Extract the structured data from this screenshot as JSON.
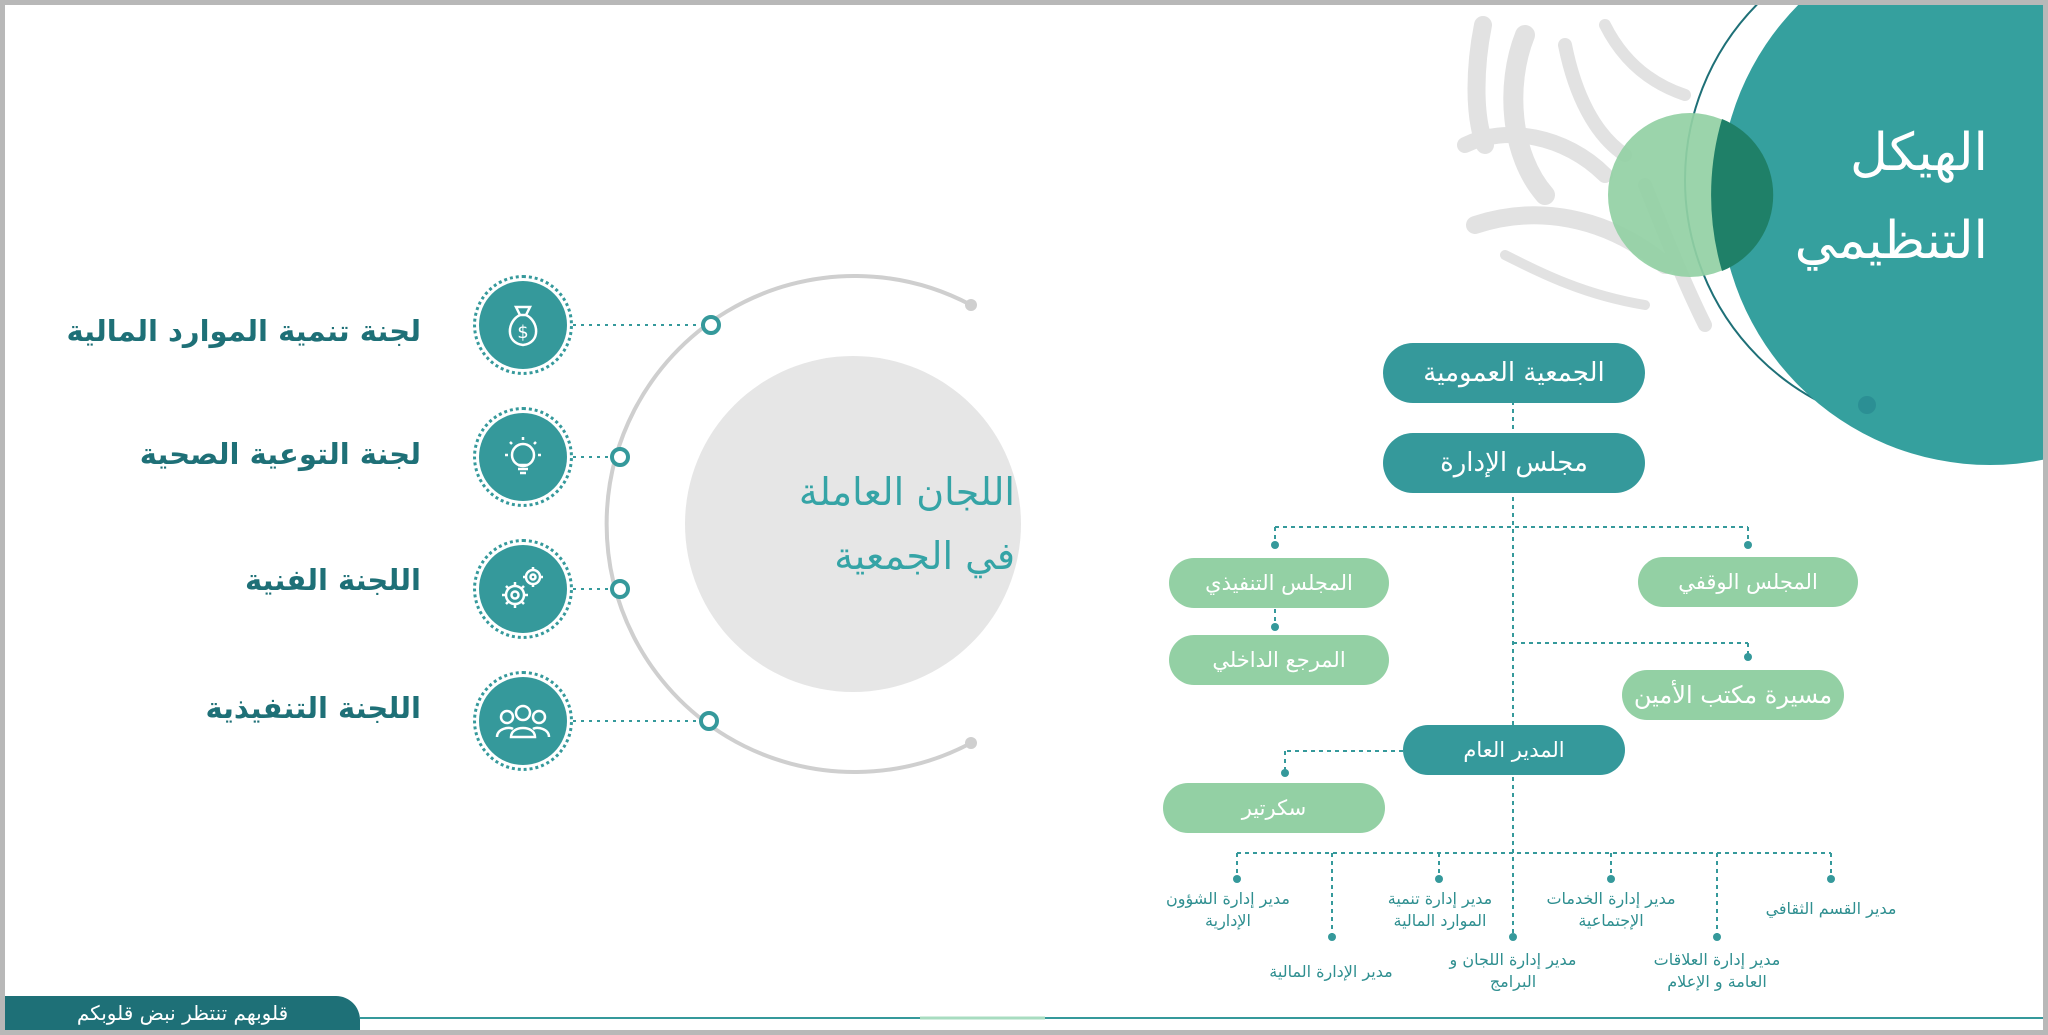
{
  "title": {
    "line1": "الهيكل",
    "line2": "التنظيمي"
  },
  "org": {
    "general_assembly": "الجمعية العمومية",
    "board": "مجلس الإدارة",
    "waqf_council": "المجلس الوقفي",
    "executive_council": "المجلس التنفيذي",
    "internal_reference": "المرجع الداخلي",
    "secretary_office": "مسيرة مكتب الأمين",
    "general_manager": "المدير العام",
    "secretary": "سكرتير",
    "managers": [
      "مدير القسم الثقافي",
      "مدير إدارة العلاقات العامة و الإعلام",
      "مدير إدارة الخدمات الإجتماعية",
      "مدير إدارة اللجان و البرامج",
      "مدير إدارة تنمية الموارد المالية",
      "مدير الإدارة المالية",
      "مدير إدارة الشؤون الإدارية"
    ]
  },
  "committees": {
    "center_line1": "اللجان العاملة",
    "center_line2": "في الجمعية",
    "items": [
      {
        "label": "لجنة تنمية الموارد المالية",
        "icon": "money-bag-icon"
      },
      {
        "label": "لجنة التوعية الصحية",
        "icon": "lightbulb-icon"
      },
      {
        "label": "اللجنة الفنية",
        "icon": "gears-icon"
      },
      {
        "label": "اللجنة التنفيذية",
        "icon": "team-icon"
      }
    ]
  },
  "footer": {
    "slogan": "قلوبهم تنتظر نبض قلوبكم"
  },
  "colors": {
    "teal": "#35999b",
    "dark_teal": "#1e7077",
    "light_green": "#93d0a4",
    "grey": "#e6e6e6"
  }
}
